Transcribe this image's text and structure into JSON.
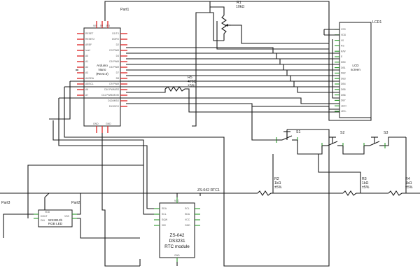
{
  "arduino": {
    "part": "Part1",
    "title": "Arduino",
    "subtitle": "Nano",
    "rev": "(Rev3.0)",
    "left_pins": [
      "RESET",
      "RESET2",
      "AREF",
      "ioref",
      "A0",
      "A1",
      "A2",
      "A3",
      "A4/SDA",
      "A5/SCL",
      "A6",
      "A7"
    ],
    "right_pins": [
      "D1/TX",
      "D0/RX",
      "D2",
      "D3 PWM",
      "D4",
      "D5 PWM",
      "D6 PWM",
      "D7",
      "D8",
      "D9 PWM",
      "D10 PWM/SS",
      "D11 PWM/MOSI",
      "D12/MISO",
      "D13/SCK"
    ],
    "bottom_pins": [
      "GND",
      "",
      "GND"
    ],
    "top_pins": [
      "VIN",
      "5V",
      "3V3"
    ]
  },
  "lcd": {
    "part": "LCD1",
    "title": "LCD",
    "subtitle": "screen",
    "pins": [
      "VSS",
      "VDD",
      "V0",
      "RS",
      "R/W",
      "E",
      "DB0",
      "DB1",
      "DB2",
      "DB3",
      "DB4",
      "DB5",
      "DB6",
      "DB7",
      "LED+",
      "LED-"
    ]
  },
  "r1": {
    "name": "R1",
    "value": "10kΩ"
  },
  "r5": {
    "name": "R5",
    "value": "470Ω",
    "tol": "±5%"
  },
  "r2": {
    "name": "R2",
    "value": "1kΩ",
    "tol": "±5%"
  },
  "r3": {
    "name": "R3",
    "value": "1kΩ",
    "tol": "±5%"
  },
  "r4": {
    "name": "R4",
    "value": "1kΩ",
    "tol": "±5%"
  },
  "switches": [
    "S1",
    "S2",
    "S3"
  ],
  "rtc": {
    "label": "ZS-042 RTC1",
    "line1": "ZS-042",
    "line2": "DS3231",
    "line3": "RTC module",
    "vcc": "VCC",
    "gnd": "GND",
    "left_pins": [
      "SDA",
      "SCL",
      "SQW",
      "32K"
    ],
    "right_pins": [
      "SCL",
      "SDA",
      "VCC",
      "GND"
    ]
  },
  "led": {
    "part": "Part2",
    "name": "WS2812b",
    "type": "RGB LED",
    "pins": [
      "VDD",
      "DOUT",
      "DIN",
      "VSS"
    ]
  },
  "part3": "Part3"
}
